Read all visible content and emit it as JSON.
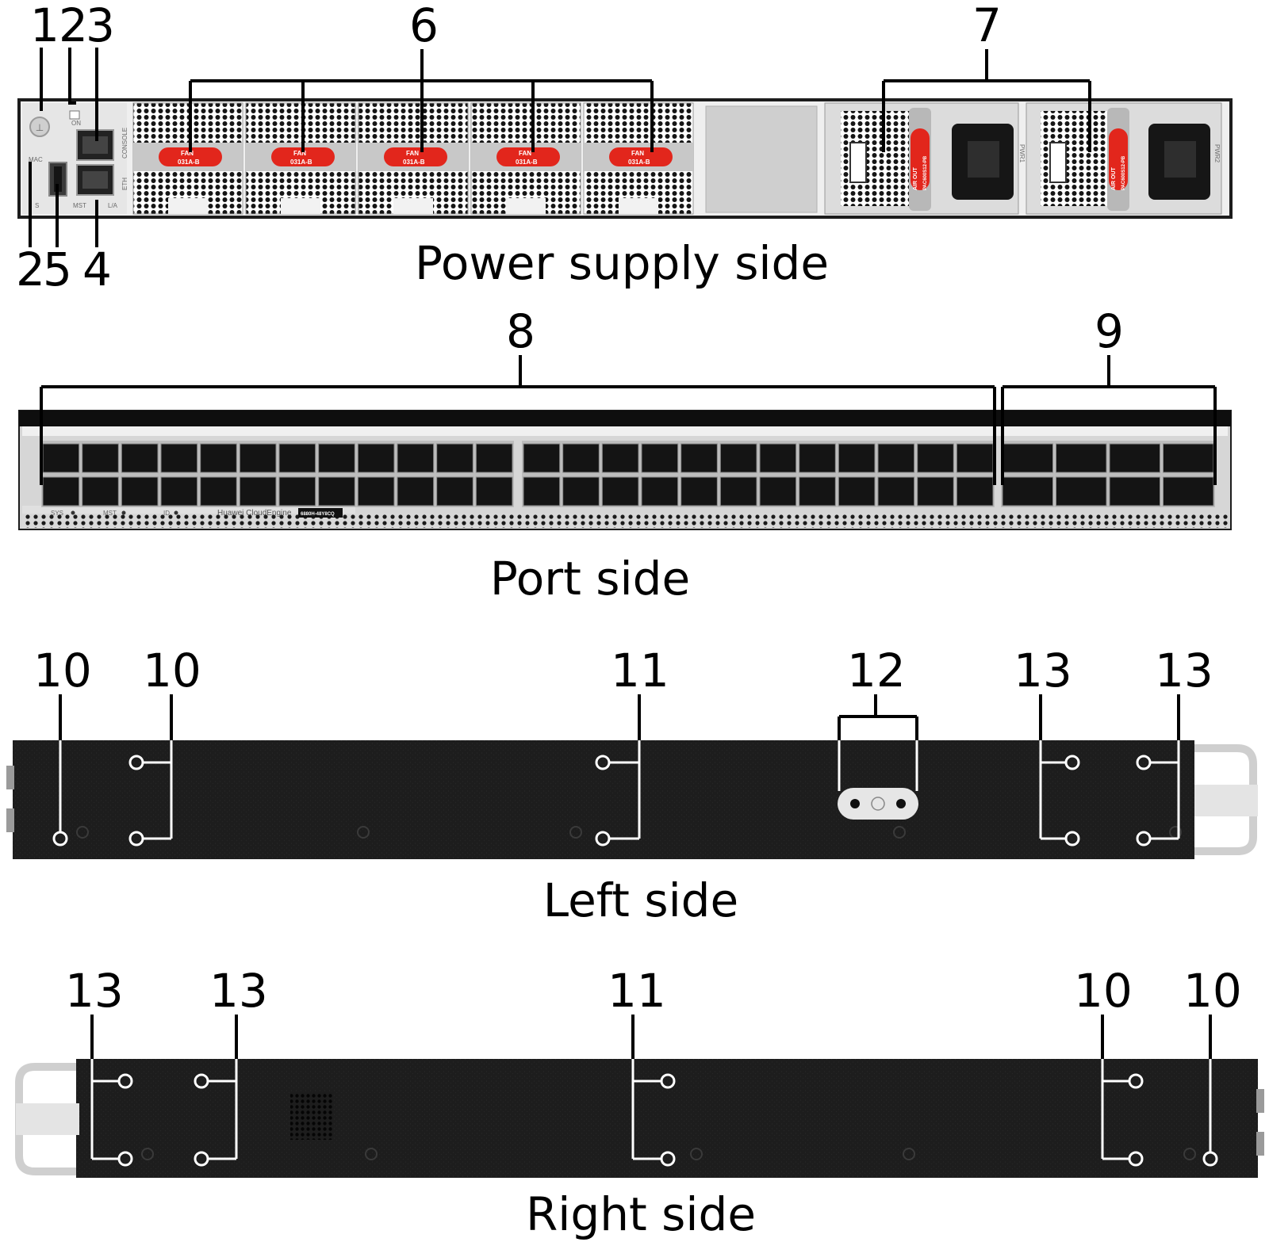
{
  "views": {
    "power_supply_side": {
      "caption": "Power supply side",
      "callouts_top": [
        "1",
        "2",
        "3",
        "6",
        "7"
      ],
      "callouts_bottom": [
        "2",
        "5",
        "4"
      ],
      "panel_text": {
        "on": "ON",
        "mac": "MAC",
        "console": "CONSOLE",
        "eth": "ETH",
        "mst": "MST",
        "la": "L/A",
        "s": "S",
        "pwr1": "PWR1",
        "pwr2": "PWR2",
        "fan_label": "FAN",
        "fan_model": "031A-B",
        "air_out": "AIR OUT",
        "pwr_tag": "PWR",
        "pwr_model_1": "PAC600S12-PB",
        "pwr_model_2": "PAC600S12-PB"
      }
    },
    "port_side": {
      "caption": "Port side",
      "callouts": [
        "8",
        "9"
      ],
      "panel_text": {
        "sys": "SYS",
        "mst": "MST",
        "id": "ID",
        "brand": "Huawei CloudEngine",
        "model": "6880H-48Y8CQ"
      }
    },
    "left_side": {
      "caption": "Left side",
      "callouts": [
        "10",
        "10",
        "11",
        "12",
        "13",
        "13"
      ]
    },
    "right_side": {
      "caption": "Right side",
      "callouts": [
        "13",
        "13",
        "11",
        "10",
        "10"
      ]
    }
  },
  "colors": {
    "chassis_black": "#1c1c1c",
    "panel_gray": "#d4d4d4",
    "fan_red": "#e2261c",
    "leader_line": "#000000",
    "leader_line_on_dark": "#ffffff"
  }
}
